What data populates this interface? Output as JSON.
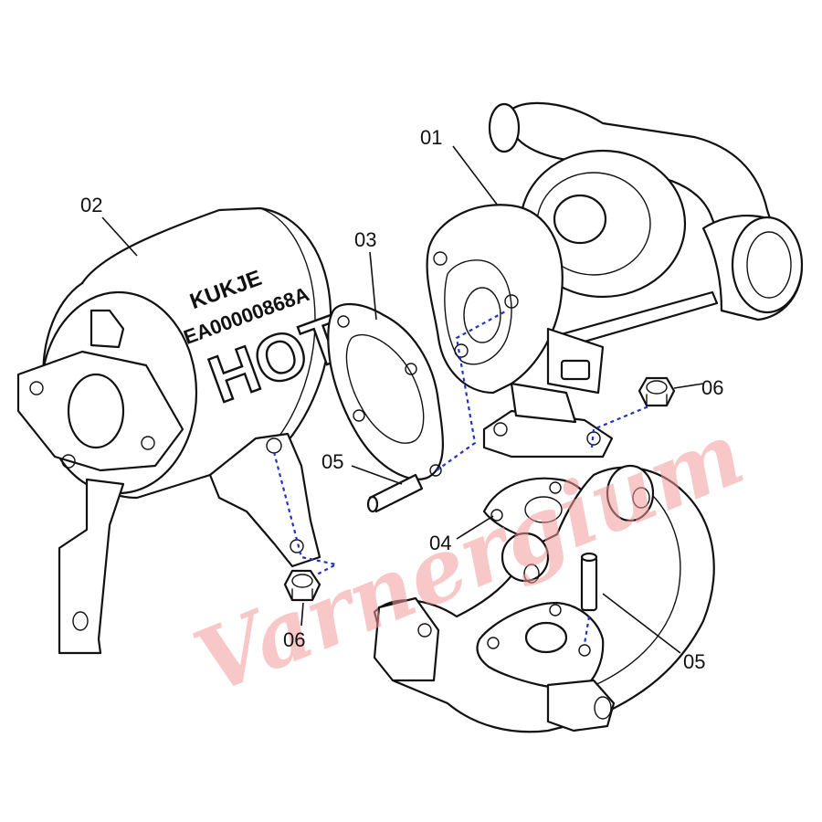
{
  "callouts": {
    "p01": "01",
    "p02": "02",
    "p03": "03",
    "p04": "04",
    "p05a": "05",
    "p05b": "05",
    "p06a": "06",
    "p06b": "06"
  },
  "heatshield": {
    "brand": "KUKJE",
    "part_number": "EA00000868A",
    "warning": "HOT"
  },
  "watermark": {
    "text": "Varnergium"
  },
  "colors": {
    "line": "#111111",
    "dashed_leader": "#1f33c9",
    "callout_02": "#3a7d1e",
    "watermark": "#f29b9b"
  }
}
